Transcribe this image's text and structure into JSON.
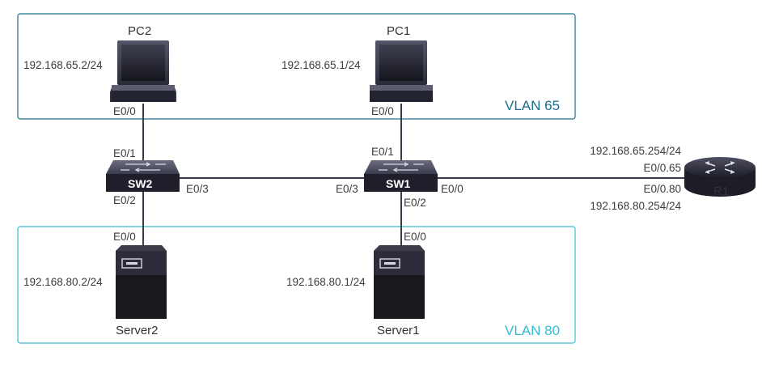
{
  "vlans": [
    {
      "id": "vlan65",
      "label": "VLAN 65",
      "color": "#1a6f8c"
    },
    {
      "id": "vlan80",
      "label": "VLAN 80",
      "color": "#36bcd2"
    }
  ],
  "devices": {
    "pc2": {
      "name": "PC2",
      "ip": "192.168.65.2/24",
      "port": "E0/0"
    },
    "pc1": {
      "name": "PC1",
      "ip": "192.168.65.1/24",
      "port": "E0/0"
    },
    "sw2": {
      "name": "SW2",
      "ports": {
        "up": "E0/1",
        "down": "E0/2",
        "right": "E0/3"
      }
    },
    "sw1": {
      "name": "SW1",
      "ports": {
        "up": "E0/1",
        "down": "E0/2",
        "left": "E0/3",
        "right": "E0/0"
      }
    },
    "r1": {
      "name": "R1",
      "sub1_port": "E0/0.65",
      "sub1_ip": "192.168.65.254/24",
      "sub2_port": "E0/0.80",
      "sub2_ip": "192.168.80.254/24"
    },
    "server2": {
      "name": "Server2",
      "ip": "192.168.80.2/24",
      "port": "E0/0"
    },
    "server1": {
      "name": "Server1",
      "ip": "192.168.80.1/24",
      "port": "E0/0"
    }
  },
  "colors": {
    "link": "#3a3a48",
    "device": "#2b2b3a",
    "router": "#2b2b3a"
  }
}
